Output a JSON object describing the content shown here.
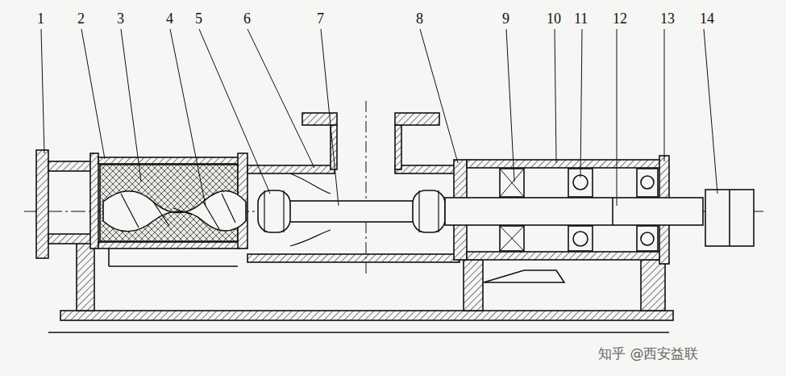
{
  "diagram": {
    "labels": [
      "1",
      "2",
      "3",
      "4",
      "5",
      "6",
      "7",
      "8",
      "9",
      "10",
      "11",
      "12",
      "13",
      "14",
      "知乎 @西安益联"
    ]
  }
}
